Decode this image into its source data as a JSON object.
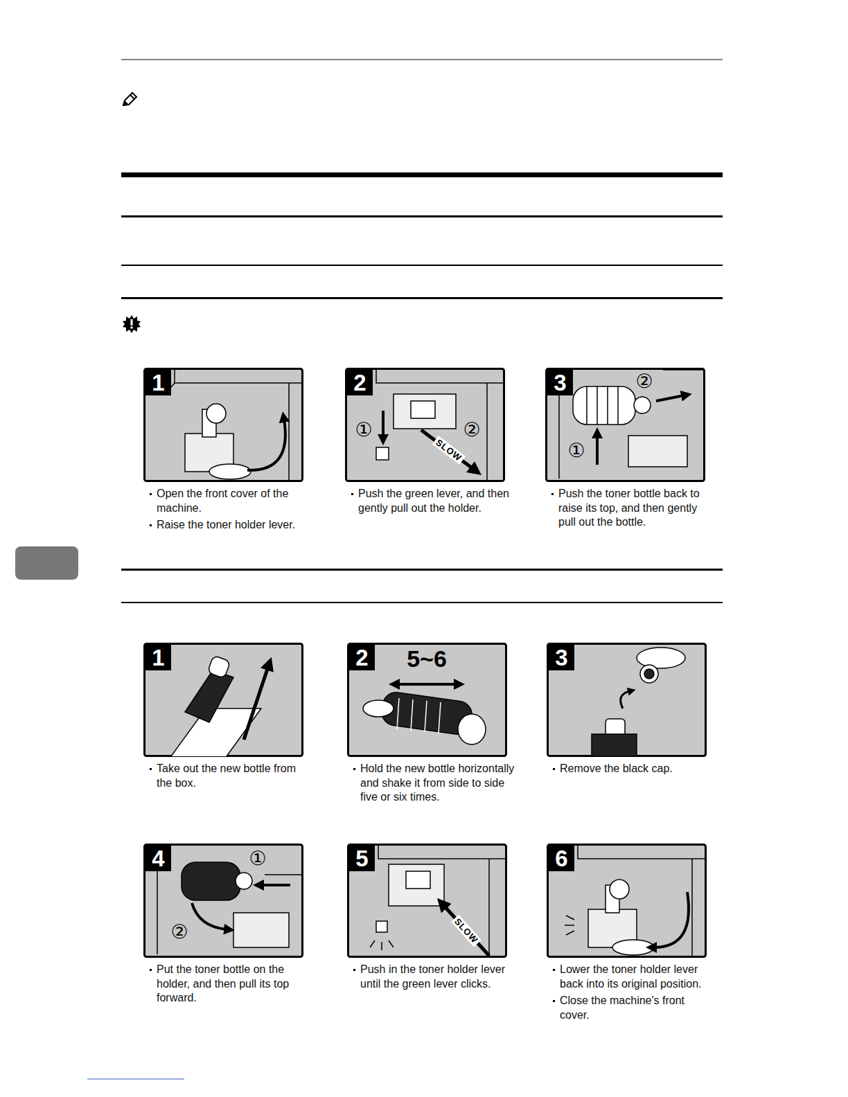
{
  "diagram": {
    "nodes": [
      {
        "text": [
          "1",
          "Open the front cover of the machine.",
          "Raise the toner holder lever."
        ]
      },
      {
        "text": [
          "2",
          "Push the green lever, and then gently pull out the holder."
        ]
      },
      {
        "text": [
          "3",
          "Push the toner bottle back to raise its top, and then gently pull out the bottle."
        ]
      },
      {
        "text": [
          "1",
          "Take out the new bottle from the box."
        ]
      },
      {
        "text": [
          "2",
          "Hold the new bottle horizontally and shake it from side to side five or six times."
        ]
      },
      {
        "text": [
          "3",
          "Remove the black cap."
        ]
      },
      {
        "text": [
          "4",
          "Put the toner bottle on the holder, and then pull its top forward."
        ]
      },
      {
        "text": [
          "5",
          "Push in the toner holder lever until the green lever clicks."
        ]
      },
      {
        "text": [
          "6",
          "Lower the toner holder lever back into its original position.",
          "Close the machine's front cover."
        ]
      }
    ],
    "labels": [
      "①",
      "SLOW",
      "②",
      "②",
      "①",
      "5~6",
      "①",
      "②",
      "SLOW"
    ]
  }
}
